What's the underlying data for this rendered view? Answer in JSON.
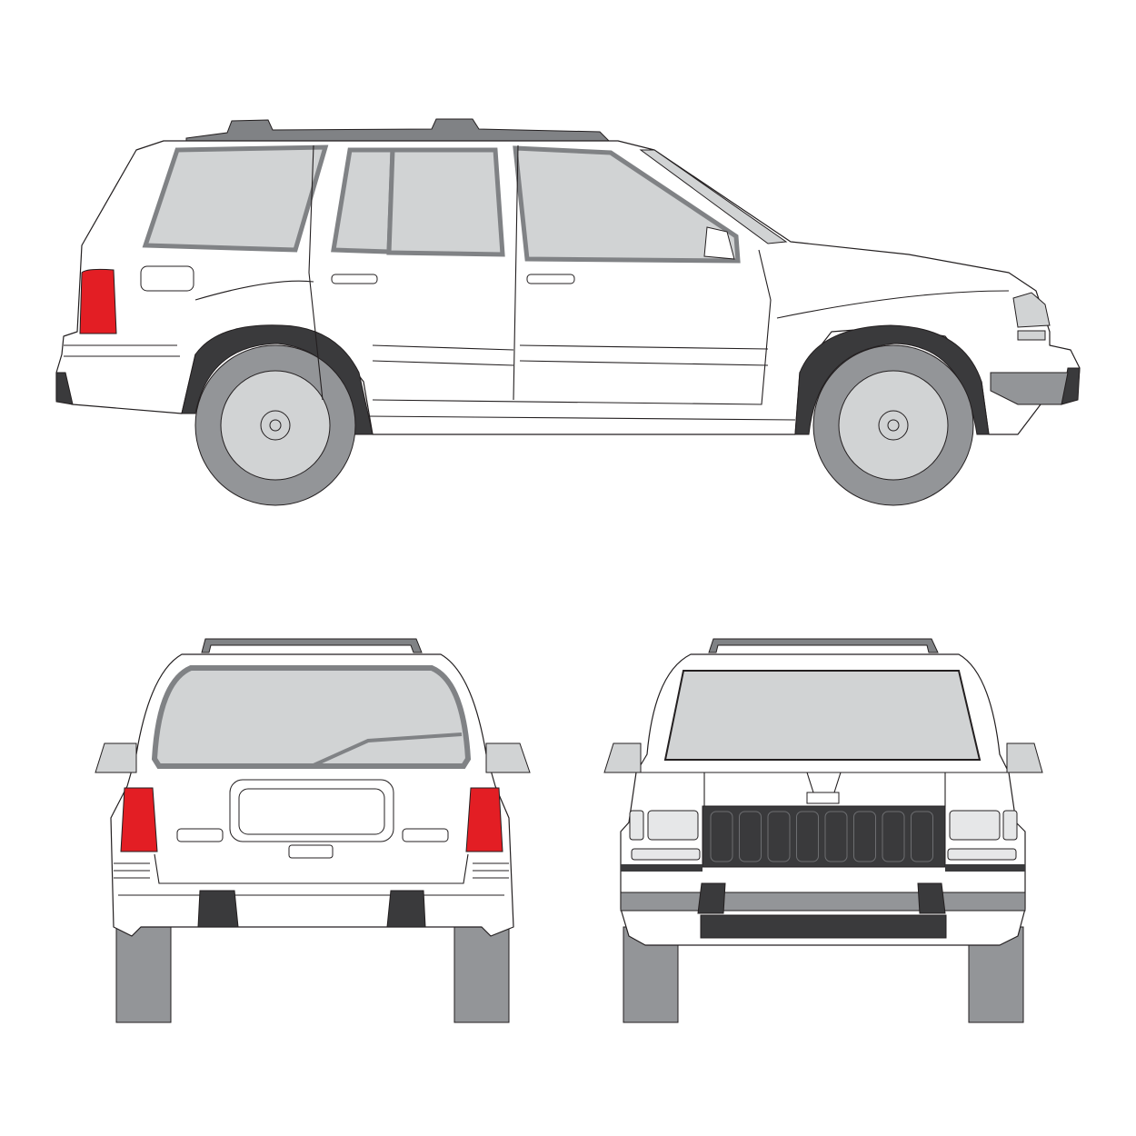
{
  "illustration": {
    "subject": "suv-vehicle-template",
    "views": [
      "side",
      "rear",
      "front"
    ],
    "colors": {
      "outline": "#231f20",
      "body": "#ffffff",
      "glass": "#d1d3d4",
      "tire": "#939598",
      "trim_dark": "#3a3a3c",
      "taillight": "#e31e24",
      "roof_rack": "#808285"
    }
  }
}
